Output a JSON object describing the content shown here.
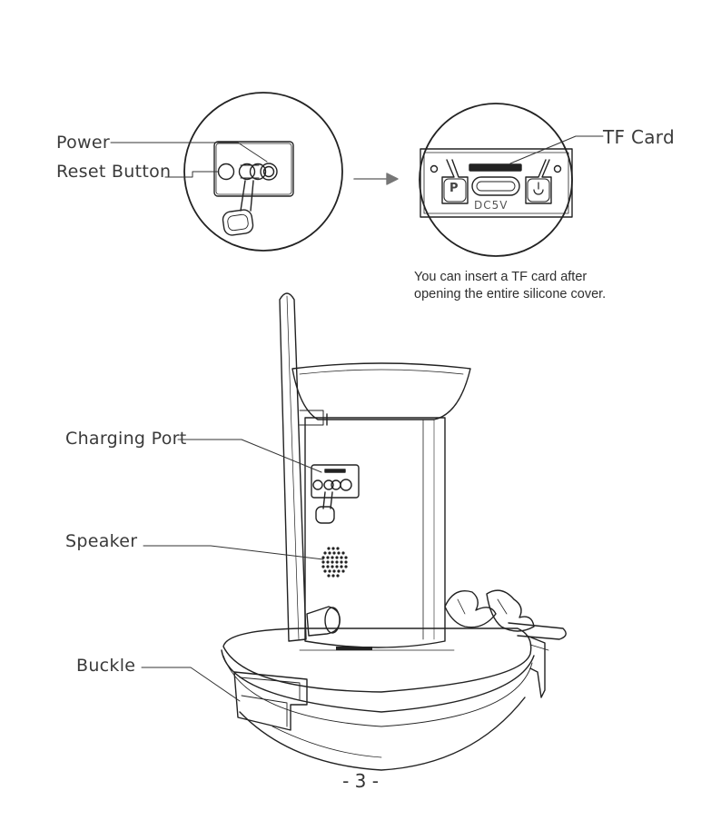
{
  "labels": {
    "power": "Power",
    "reset_button": "Reset Button",
    "tf_card": "TF Card",
    "charging_port": "Charging Port",
    "speaker": "Speaker",
    "buckle": "Buckle"
  },
  "port_panel": {
    "dc_label": "DC5V",
    "reset_glyph": "P",
    "power_glyph": "⏻"
  },
  "note": {
    "line1": "You can insert a TF card after",
    "line2": "opening the entire silicone cover."
  },
  "page_number": "- 3 -"
}
